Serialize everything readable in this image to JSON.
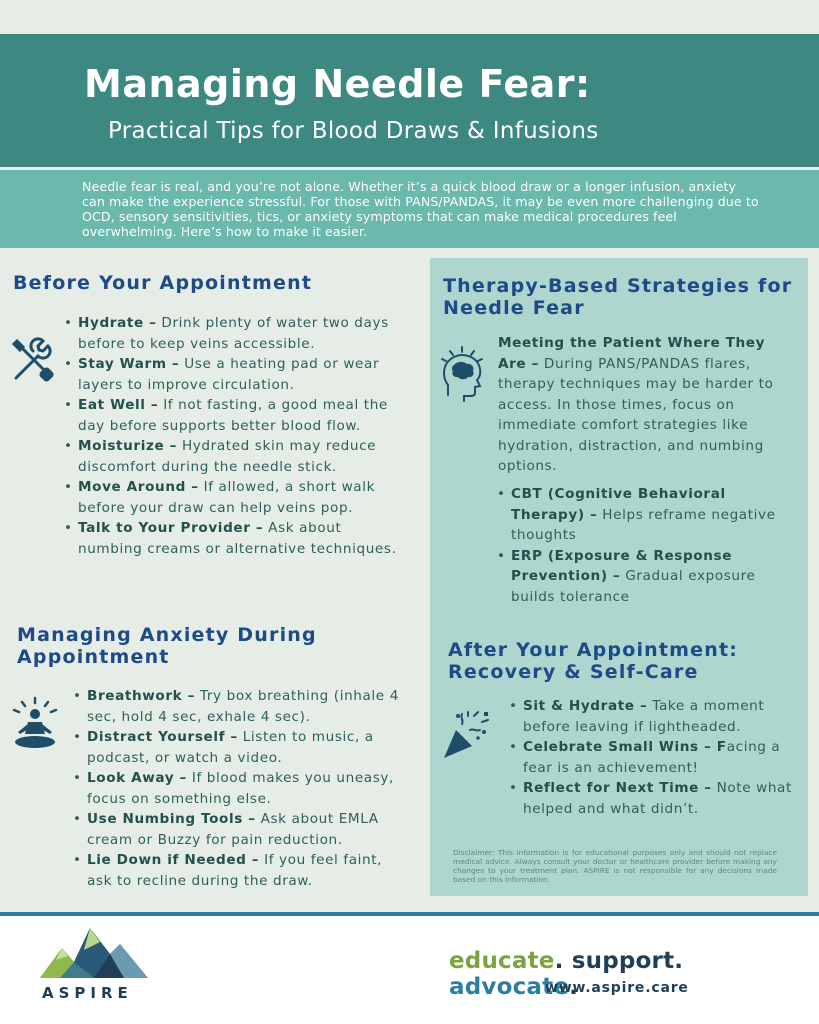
{
  "header": {
    "title": "Managing Needle Fear:",
    "subtitle": "Practical Tips for Blood Draws & Infusions"
  },
  "intro": "Needle fear is real, and you’re not alone. Whether it’s a quick blood draw or a longer infusion, anxiety can make the experience stressful. For those with PANS/PANDAS, it may be even more challenging due to OCD, sensory sensitivities, tics, or anxiety symptoms that can make medical procedures feel overwhelming. Here’s how to make it easier.",
  "before": {
    "title": "Before Your Appointment",
    "icon": "tools-icon",
    "items": [
      {
        "label": "Hydrate –",
        "text": " Drink plenty of water two days before to keep veins accessible."
      },
      {
        "label": "Stay Warm –",
        "text": " Use a heating pad or wear layers to improve circulation."
      },
      {
        "label": "Eat Well –",
        "text": " If not fasting, a good meal the day before supports better blood flow."
      },
      {
        "label": "Moisturize –",
        "text": " Hydrated skin may reduce discomfort during the needle stick."
      },
      {
        "label": "Move Around –",
        "text": " If allowed, a short walk before your draw can help veins pop."
      },
      {
        "label": "Talk to Your Provider –",
        "text": " Ask about numbing creams or alternative techniques."
      }
    ]
  },
  "anxiety": {
    "title": "Managing Anxiety During Appointment",
    "icon": "meditation-icon",
    "items": [
      {
        "label": "Breathwork –",
        "text": " Try box breathing (inhale 4 sec, hold 4 sec, exhale 4 sec)."
      },
      {
        "label": "Distract Yourself –",
        "text": " Listen to music, a podcast, or watch a video."
      },
      {
        "label": "Look Away –",
        "text": " If blood makes you uneasy, focus on something else."
      },
      {
        "label": "Use Numbing Tools –",
        "text": " Ask about EMLA cream or Buzzy for pain reduction."
      },
      {
        "label": " Lie Down if Needed –",
        "text": " If you feel faint, ask to recline during the draw."
      }
    ]
  },
  "therapy": {
    "title": "Therapy-Based Strategies for Needle Fear",
    "icon": "brain-icon",
    "para_label": "Meeting the Patient Where They Are –",
    "para_text": " During PANS/PANDAS flares, therapy techniques may be harder to access. In those times, focus on immediate comfort strategies like hydration, distraction, and numbing options.",
    "items": [
      {
        "label": "CBT (Cognitive Behavioral Therapy) –",
        "text": " Helps reframe negative thoughts"
      },
      {
        "label": "ERP (Exposure & Response Prevention) –",
        "text": " Gradual exposure builds tolerance"
      }
    ]
  },
  "after": {
    "title": "After Your Appointment: Recovery & Self-Care",
    "icon": "party-popper-icon",
    "items": [
      {
        "label": "Sit & Hydrate –",
        "text": " Take a moment before leaving if lightheaded."
      },
      {
        "label": "Celebrate Small Wins – F",
        "text": "acing a fear is an achievement!"
      },
      {
        "label": "Reflect for Next Time –",
        "text": " Note what helped and what didn’t."
      }
    ]
  },
  "disclaimer": "Disclaimer: This information is for educational purposes only and should not replace medical advice. Always consult your doctor or healthcare provider before making any changes to your treatment plan. ASPIRE is not responsible for any decisions made based on this information.",
  "footer": {
    "brand": "ASPIRE",
    "slogan_1": "educate",
    "slogan_2": "support",
    "slogan_3": "advocate",
    "dot": ".",
    "website": "www.aspire.care",
    "logo_icon": "mountain-logo-icon"
  }
}
